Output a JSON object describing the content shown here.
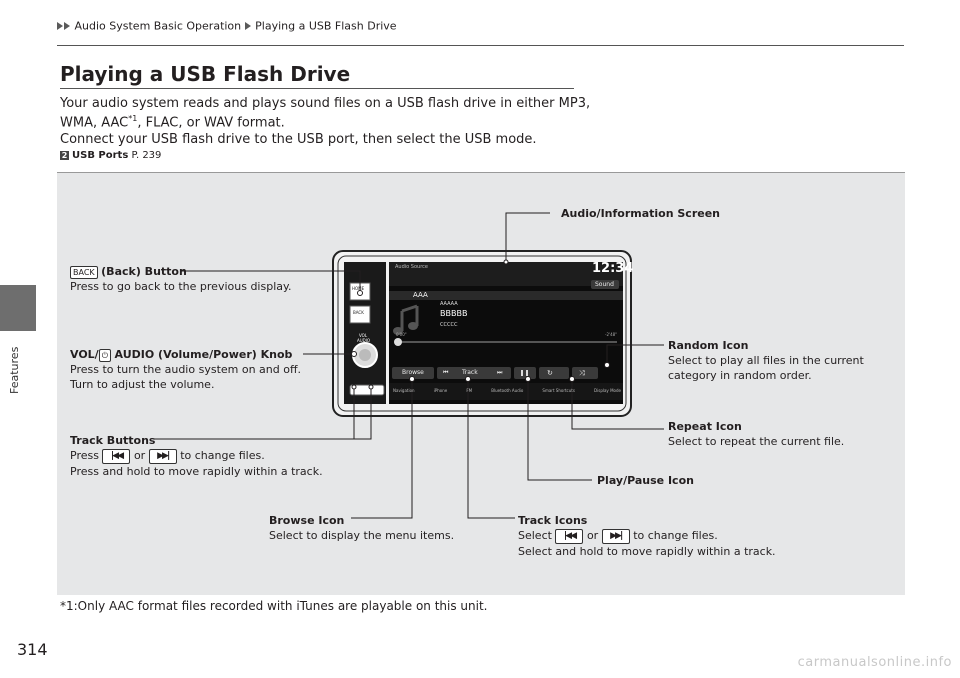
{
  "breadcrumb": {
    "item1": "Audio System Basic Operation",
    "item2": "Playing a USB Flash Drive"
  },
  "sidebar": {
    "section": "Features"
  },
  "page_number": "314",
  "title": "Playing a USB Flash Drive",
  "intro": {
    "line1": "Your audio system reads and plays sound files on a USB flash drive in either MP3,",
    "line2_a": "WMA, AAC",
    "line2_sup": "*1",
    "line2_b": ", FLAC, or WAV format.",
    "line3": "Connect your USB flash drive to the USB port, then select the USB mode."
  },
  "xref": {
    "label": "USB Ports",
    "page": "P. 239"
  },
  "figure": {
    "audio_screen_label": "Audio/Information Screen",
    "back_button": {
      "title": "(Back) Button",
      "desc": "Press to go back to the previous display.",
      "glyph": "BACK"
    },
    "vol_knob": {
      "title_a": "VOL/",
      "title_b": "AUDIO (Volume/Power) Knob",
      "desc1": "Press to turn the audio system on and off.",
      "desc2": "Turn to adjust the volume."
    },
    "track_buttons": {
      "title": "Track Buttons",
      "desc1_a": "Press",
      "desc1_or": "or",
      "desc1_b": "to change files.",
      "desc2": "Press and hold to move rapidly within a track."
    },
    "random_icon": {
      "title": "Random Icon",
      "desc1": "Select to play all files in the current",
      "desc2": "category in random order."
    },
    "repeat_icon": {
      "title": "Repeat Icon",
      "desc": "Select to repeat the current file."
    },
    "play_pause_icon": {
      "title": "Play/Pause Icon"
    },
    "browse_icon": {
      "title": "Browse Icon",
      "desc": "Select to display the menu items."
    },
    "track_icons": {
      "title": "Track Icons",
      "desc1_a": "Select",
      "desc1_or": "or",
      "desc1_b": "to change files.",
      "desc2": "Select and hold to move rapidly within a track."
    },
    "screen": {
      "source_label": "Audio Source",
      "time": "12:34",
      "sound_button": "Sound",
      "folder": "AAA",
      "artist": "AAAAA",
      "track": "BBBBB",
      "album": "CCCCC",
      "elapsed": "0'00\"",
      "remaining": "-2'48\"",
      "browse": "Browse",
      "track_button": "Track",
      "nav_items": [
        "Navigation",
        "iPhone",
        "FM",
        "Bluetooth Audio",
        "Smart Shortcuts",
        "Display Mode"
      ],
      "panel_labels": {
        "home": "HOME",
        "back": "BACK",
        "vol": "VOL",
        "audio": "AUDIO"
      }
    }
  },
  "footnote": "*1:Only AAC format files recorded with iTunes are playable on this unit.",
  "watermark": "carmanualsonline.info"
}
